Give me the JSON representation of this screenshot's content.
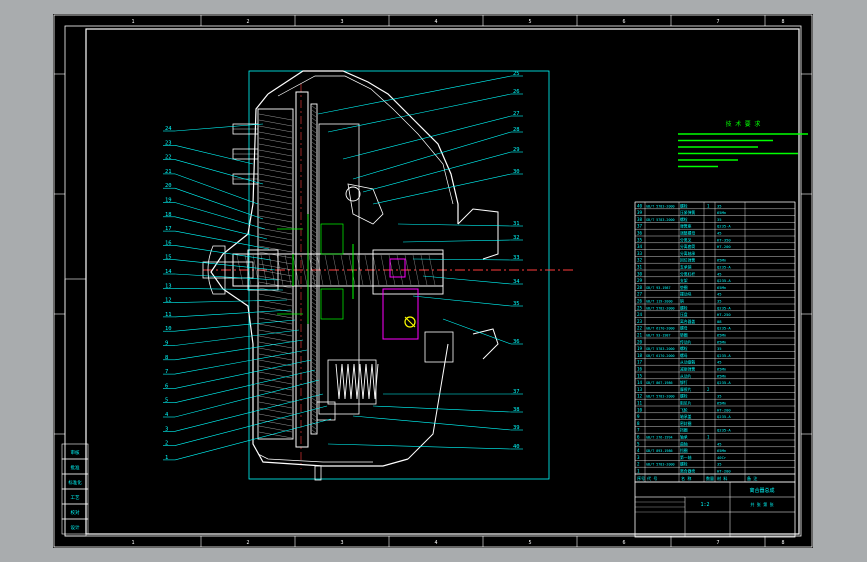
{
  "drawing": {
    "colors": {
      "background": "#000000",
      "border": "#ffffff",
      "leader": "#00ffff",
      "outline": "#ffffff",
      "section": "#ffffff",
      "center_line": "#ff3b3b",
      "detail": "#00ff00",
      "magenta": "#ff00ff",
      "yellow": "#ffff00",
      "note": "#00ff00",
      "table": "#ffffff",
      "table_text": "#00ffff",
      "frame": "#a9acae"
    },
    "top_zone_labels": [
      "1",
      "2",
      "3",
      "4",
      "5",
      "6",
      "7",
      "8"
    ],
    "left_balloons": [
      "24",
      "23",
      "22",
      "21",
      "20",
      "19",
      "18",
      "17",
      "16",
      "15",
      "14",
      "13",
      "12",
      "11",
      "10",
      "9",
      "8",
      "7",
      "6",
      "5",
      "4",
      "3",
      "2",
      "1"
    ],
    "right_balloons": [
      "25",
      "26",
      "27",
      "28",
      "29",
      "30",
      "31",
      "32",
      "33",
      "34",
      "35",
      "36",
      "37",
      "38",
      "39",
      "40"
    ],
    "tech_note_title": "技 术 要 求",
    "bom_rows": [
      {
        "no": "40",
        "code": "GB/T 5783-2000",
        "name": "螺栓",
        "qty": "1",
        "mat": "35"
      },
      {
        "no": "39",
        "code": "",
        "name": "压紧弹簧",
        "qty": "",
        "mat": "65Mn"
      },
      {
        "no": "38",
        "code": "GB/T 5783-2000",
        "name": "螺栓",
        "qty": "",
        "mat": "35"
      },
      {
        "no": "37",
        "code": "",
        "name": "弹簧座",
        "qty": "",
        "mat": "Q235-A"
      },
      {
        "no": "36",
        "code": "",
        "name": "调整螺母",
        "qty": "",
        "mat": "45"
      },
      {
        "no": "35",
        "code": "",
        "name": "分离叉",
        "qty": "",
        "mat": "KT-350"
      },
      {
        "no": "34",
        "code": "",
        "name": "分离套筒",
        "qty": "",
        "mat": "HT-200"
      },
      {
        "no": "33",
        "code": "",
        "name": "分离轴承",
        "qty": "",
        "mat": ""
      },
      {
        "no": "32",
        "code": "",
        "name": "回位弹簧",
        "qty": "",
        "mat": "65Mn"
      },
      {
        "no": "31",
        "code": "",
        "name": "支承销",
        "qty": "",
        "mat": "Q235-A"
      },
      {
        "no": "30",
        "code": "",
        "name": "分离杠杆",
        "qty": "",
        "mat": "45"
      },
      {
        "no": "29",
        "code": "",
        "name": "支架",
        "qty": "",
        "mat": "Q235-A"
      },
      {
        "no": "28",
        "code": "GB/T 93-1987",
        "name": "垫圈",
        "qty": "",
        "mat": "65Mn"
      },
      {
        "no": "27",
        "code": "",
        "name": "摆动块",
        "qty": "",
        "mat": "45"
      },
      {
        "no": "26",
        "code": "GB/T 119-2000",
        "name": "销",
        "qty": "",
        "mat": "35"
      },
      {
        "no": "25",
        "code": "GB/T 5782-2000",
        "name": "螺栓",
        "qty": "",
        "mat": "Q235-A"
      },
      {
        "no": "24",
        "code": "",
        "name": "压盘",
        "qty": "",
        "mat": "HT-250"
      },
      {
        "no": "23",
        "code": "",
        "name": "离合器盖",
        "qty": "",
        "mat": "08"
      },
      {
        "no": "22",
        "code": "GB/T 6170-2000",
        "name": "螺母",
        "qty": "",
        "mat": "Q235-A"
      },
      {
        "no": "21",
        "code": "GB/T 93-1987",
        "name": "垫圈",
        "qty": "",
        "mat": "65Mn"
      },
      {
        "no": "20",
        "code": "",
        "name": "传动片",
        "qty": "",
        "mat": "65Mn"
      },
      {
        "no": "19",
        "code": "GB/T 5783-2000",
        "name": "螺栓",
        "qty": "",
        "mat": "35"
      },
      {
        "no": "18",
        "code": "GB/T 6170-2000",
        "name": "螺母",
        "qty": "",
        "mat": "Q235-A"
      },
      {
        "no": "17",
        "code": "",
        "name": "从动盘毂",
        "qty": "",
        "mat": "45"
      },
      {
        "no": "16",
        "code": "",
        "name": "减振弹簧",
        "qty": "",
        "mat": "65Mn"
      },
      {
        "no": "15",
        "code": "",
        "name": "从动片",
        "qty": "",
        "mat": "65Mn"
      },
      {
        "no": "14",
        "code": "GB/T 867-1986",
        "name": "铆钉",
        "qty": "",
        "mat": "Q235-A"
      },
      {
        "no": "13",
        "code": "",
        "name": "摩擦片",
        "qty": "2",
        "mat": ""
      },
      {
        "no": "12",
        "code": "GB/T 5783-2000",
        "name": "螺栓",
        "qty": "",
        "mat": "35"
      },
      {
        "no": "11",
        "code": "",
        "name": "阻尼片",
        "qty": "",
        "mat": "65Mn"
      },
      {
        "no": "10",
        "code": "",
        "name": "飞轮",
        "qty": "",
        "mat": "HT-200"
      },
      {
        "no": "9",
        "code": "",
        "name": "轴承盖",
        "qty": "",
        "mat": "Q235-A"
      },
      {
        "no": "8",
        "code": "",
        "name": "密封圈",
        "qty": "",
        "mat": ""
      },
      {
        "no": "7",
        "code": "",
        "name": "挡圈",
        "qty": "",
        "mat": "Q235-A"
      },
      {
        "no": "6",
        "code": "GB/T 276-1994",
        "name": "轴承",
        "qty": "1",
        "mat": ""
      },
      {
        "no": "5",
        "code": "",
        "name": "曲轴",
        "qty": "",
        "mat": "45"
      },
      {
        "no": "4",
        "code": "GB/T 893-1986",
        "name": "挡圈",
        "qty": "",
        "mat": "65Mn"
      },
      {
        "no": "3",
        "code": "",
        "name": "第一轴",
        "qty": "",
        "mat": "40Cr"
      },
      {
        "no": "2",
        "code": "GB/T 5783-2000",
        "name": "螺栓",
        "qty": "",
        "mat": "35"
      },
      {
        "no": "1",
        "code": "",
        "name": "离合器壳",
        "qty": "",
        "mat": "HT-200"
      }
    ],
    "title_block": {
      "drawing_name": "离合器总成",
      "scale": "1:2",
      "drawing_no": "",
      "sheet": "共 张 第 张",
      "header": [
        "序号",
        "代 号",
        "名 称",
        "数量",
        "材 料",
        "备 注"
      ]
    },
    "side_block": [
      "审核",
      "批准",
      "标准化",
      "工艺",
      "校对",
      "设计"
    ]
  }
}
